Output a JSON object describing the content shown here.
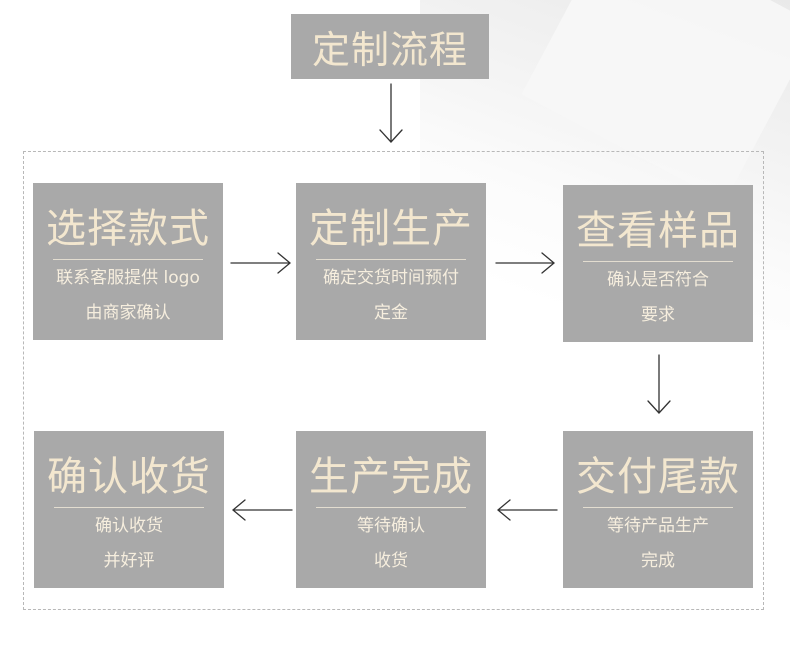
{
  "title": "定制流程",
  "steps": [
    {
      "id": "select-style",
      "title": "选择款式",
      "lines": [
        "联系客服提供 logo",
        "由商家确认"
      ]
    },
    {
      "id": "custom-production",
      "title": "定制生产",
      "lines": [
        "确定交货时间预付",
        "定金"
      ]
    },
    {
      "id": "view-sample",
      "title": "查看样品",
      "lines": [
        "确认是否符合",
        "要求"
      ]
    },
    {
      "id": "final-payment",
      "title": "交付尾款",
      "lines": [
        "等待产品生产",
        "完成"
      ]
    },
    {
      "id": "production-complete",
      "title": "生产完成",
      "lines": [
        "等待确认",
        "收货"
      ]
    },
    {
      "id": "confirm-receipt",
      "title": "确认收货",
      "lines": [
        "确认收货",
        "并好评"
      ]
    }
  ],
  "colors": {
    "box": "#a9a9a9",
    "text": "#f3e7cf",
    "arrow": "#333333",
    "frame": "#b8b8b8"
  }
}
